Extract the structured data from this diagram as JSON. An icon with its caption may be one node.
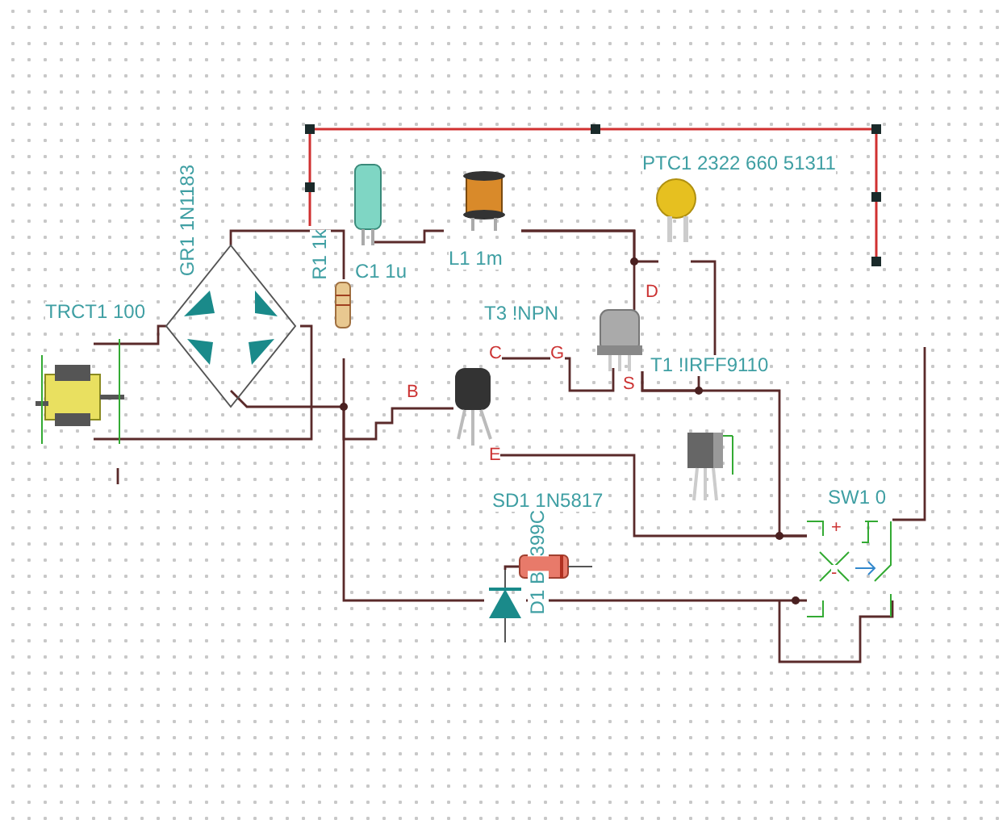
{
  "diagram": {
    "nodes": [
      {
        "text": [
          "TRCT1 100"
        ]
      },
      {
        "text": [
          "GR1 1N1183"
        ]
      },
      {
        "text": [
          "R1 1k"
        ]
      },
      {
        "text": [
          "C1 1u"
        ]
      },
      {
        "text": [
          "L1 1m"
        ]
      },
      {
        "text": [
          "PTC1 2322 660 51311"
        ]
      },
      {
        "text": [
          "T3 !NPN"
        ]
      },
      {
        "text": [
          "T1 !IRFF9110"
        ]
      },
      {
        "text": [],
        "shape": "picture"
      },
      {
        "text": [
          "SD1 1N5817"
        ]
      },
      {
        "text": [
          "D1 B",
          "399C"
        ]
      },
      {
        "text": [
          "SW1 0"
        ]
      }
    ],
    "edges": [
      {
        "from": 0,
        "to": 1,
        "arrow": "none"
      },
      {
        "from": 1,
        "to": 0,
        "arrow": "none"
      },
      {
        "from": 1,
        "to": 2,
        "arrow": "none"
      },
      {
        "from": 1,
        "to": 6,
        "arrow": "none"
      },
      {
        "from": 2,
        "to": 10,
        "arrow": "none"
      },
      {
        "from": 3,
        "to": 4,
        "arrow": "none"
      },
      {
        "from": 4,
        "to": 5,
        "arrow": "none"
      },
      {
        "from": 4,
        "to": 7,
        "arrow": "none"
      },
      {
        "from": 6,
        "to": 7,
        "arrow": "none"
      },
      {
        "from": 5,
        "to": 7,
        "arrow": "none"
      },
      {
        "from": 7,
        "to": 11,
        "arrow": "none"
      },
      {
        "from": 6,
        "to": 11,
        "arrow": "none"
      },
      {
        "from": 10,
        "to": 9,
        "arrow": "none"
      },
      {
        "from": 10,
        "to": 11,
        "arrow": "none"
      },
      {
        "from": 11,
        "to": null,
        "arrow": "none"
      }
    ],
    "labels": [
      "C",
      "B",
      "E",
      "D",
      "G",
      "S",
      "+",
      "-"
    ]
  }
}
